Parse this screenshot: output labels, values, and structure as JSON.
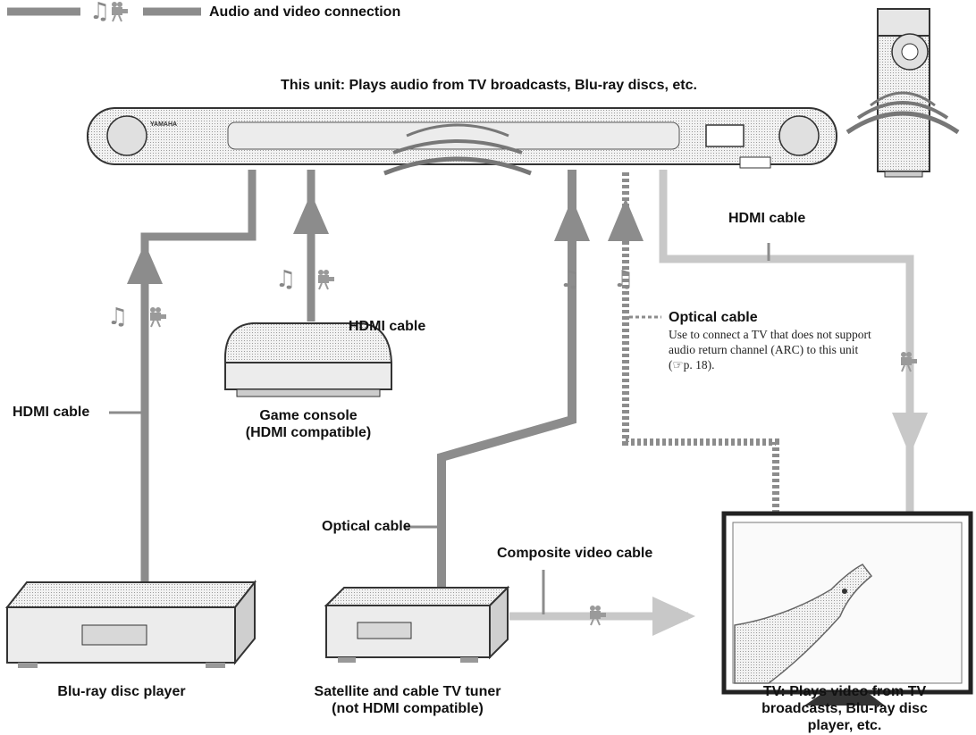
{
  "legend": {
    "label": "Audio and video connection"
  },
  "unit": {
    "title": "This unit: Plays audio from TV broadcasts, Blu-ray discs, etc.",
    "brand": "YAMAHA"
  },
  "devices": {
    "bluray": {
      "label": "Blu-ray disc player"
    },
    "game": {
      "line1": "Game console",
      "line2": "(HDMI compatible)"
    },
    "tuner": {
      "line1": "Satellite and cable TV tuner",
      "line2": "(not HDMI compatible)"
    },
    "tv": {
      "line1": "TV: Plays video from TV",
      "line2": "broadcasts, Blu-ray disc",
      "line3": "player, etc."
    }
  },
  "cables": {
    "hdmi_bluray": "HDMI cable",
    "hdmi_game": "HDMI cable",
    "hdmi_tv": "HDMI cable",
    "optical_tuner": "Optical cable",
    "optical_tv": "Optical cable",
    "composite": "Composite video cable"
  },
  "optical_note": "Use to connect a TV that does not support audio return channel (ARC) to this unit (☞p. 18).",
  "icons": {
    "audio": "♫",
    "video": "video-camera-icon"
  },
  "colors": {
    "cable_dark": "#8c8c8c",
    "cable_light": "#c8c8c8",
    "outline": "#333333",
    "fill": "#e6e6e6"
  }
}
